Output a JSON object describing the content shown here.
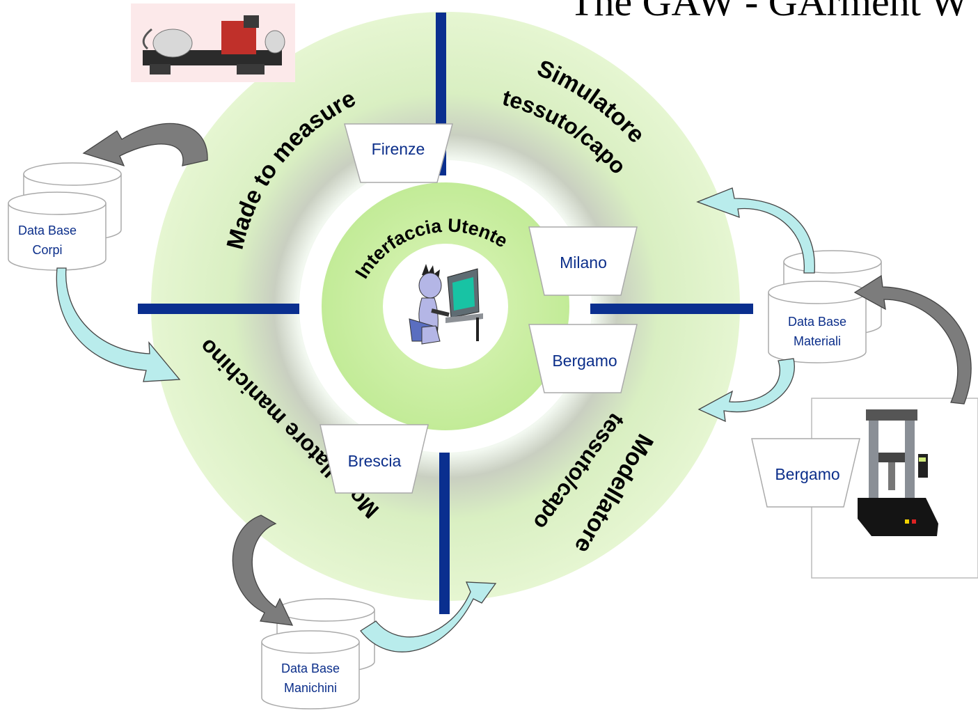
{
  "title": "The GAW - GArment W",
  "center": {
    "label": "Interfaccia Utente",
    "icon": "computer-user-icon"
  },
  "ring_labels": [
    {
      "line1": "Made to measure",
      "line2": ""
    },
    {
      "line1": "Simulatore",
      "line2": "tessuto/capo"
    },
    {
      "line1": "Modellatore",
      "line2": "tessuto/capo"
    },
    {
      "line1": "Modellatore manichino",
      "line2": ""
    }
  ],
  "sites": {
    "firenze": "Firenze",
    "milano": "Milano",
    "bergamo_inner": "Bergamo",
    "brescia": "Brescia",
    "bergamo_outer": "Bergamo"
  },
  "databases": {
    "corpi": {
      "line1": "Data Base",
      "line2": "Corpi"
    },
    "materiali": {
      "line1": "Data Base",
      "line2": "Materiali"
    },
    "manichini": {
      "line1": "Data Base",
      "line2": "Manichini"
    }
  },
  "images": {
    "scanner": "body-scanner-machine-icon",
    "tester": "tensile-testing-machine-icon"
  },
  "colors": {
    "divider": "#0a2f8f",
    "site_text": "#0b2e8a",
    "ring_light": "#e9f6d4",
    "ring_green": "#c6eda0",
    "arrow_cyan": "#b9ecec",
    "arrow_grey": "#7c7c7c"
  }
}
